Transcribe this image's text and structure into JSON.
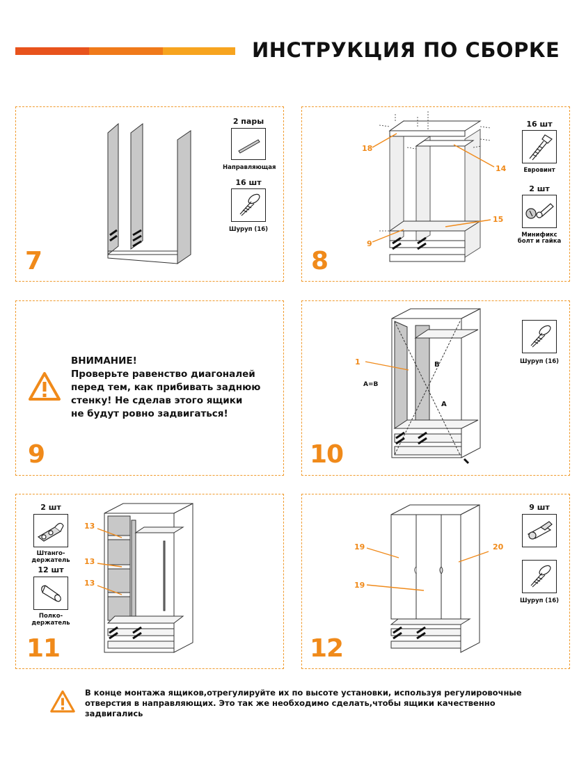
{
  "header": {
    "title": "ИНСТРУКЦИЯ ПО СБОРКЕ",
    "bar_colors": [
      "#e8531c",
      "#f07a1a",
      "#f7a41f"
    ]
  },
  "colors": {
    "accent": "#f08a1a",
    "dash": "#f09a2c"
  },
  "panels": {
    "p7": {
      "step": "7",
      "parts": [
        {
          "qty": "2 пары",
          "caption": "Направляющая",
          "icon": "rail-icon"
        },
        {
          "qty": "16 шт",
          "caption": "Шуруп (16)",
          "icon": "screw-icon"
        }
      ]
    },
    "p8": {
      "step": "8",
      "labels": [
        "18",
        "14",
        "15",
        "9"
      ],
      "parts": [
        {
          "qty": "16 шт",
          "caption": "Евровинт",
          "icon": "euro-screw-icon"
        },
        {
          "qty": "2 шт",
          "caption": "Минификс болт и гайка",
          "caption_l1": "Минификс",
          "caption_l2": "болт и гайка",
          "icon": "minifix-icon"
        }
      ]
    },
    "p9": {
      "step": "9",
      "warning_title": "ВНИМАНИЕ!",
      "warning_lines": [
        "Проверьте равенство диагоналей",
        "перед тем, как прибивать заднюю",
        "стенку! Не сделав этого ящики",
        "не будут ровно задвигаться!"
      ]
    },
    "p10": {
      "step": "10",
      "labels": [
        "1",
        "A=B",
        "B",
        "A"
      ],
      "parts": [
        {
          "caption": "Шуруп (16)",
          "icon": "screw-icon"
        }
      ]
    },
    "p11": {
      "step": "11",
      "labels": [
        "13",
        "13",
        "13"
      ],
      "parts": [
        {
          "qty": "2 шт",
          "caption_l1": "Штанго-",
          "caption_l2": "держатель",
          "icon": "rod-holder-icon"
        },
        {
          "qty": "12 шт",
          "caption_l1": "Полко-",
          "caption_l2": "держатель",
          "icon": "shelf-holder-icon"
        }
      ]
    },
    "p12": {
      "step": "12",
      "labels": [
        "19",
        "19",
        "20"
      ],
      "parts": [
        {
          "qty": "9 шт",
          "icon": "hinge-icon"
        },
        {
          "caption": "Шуруп (16)",
          "icon": "screw-icon"
        }
      ]
    }
  },
  "footer_note": {
    "lines": [
      "В конце монтажа ящиков,отрегулируйте их по высоте установки, используя регулировочные",
      "отверстия в направляющих. Это так же необходимо сделать,чтобы ящики качественно",
      "задвигались"
    ]
  }
}
